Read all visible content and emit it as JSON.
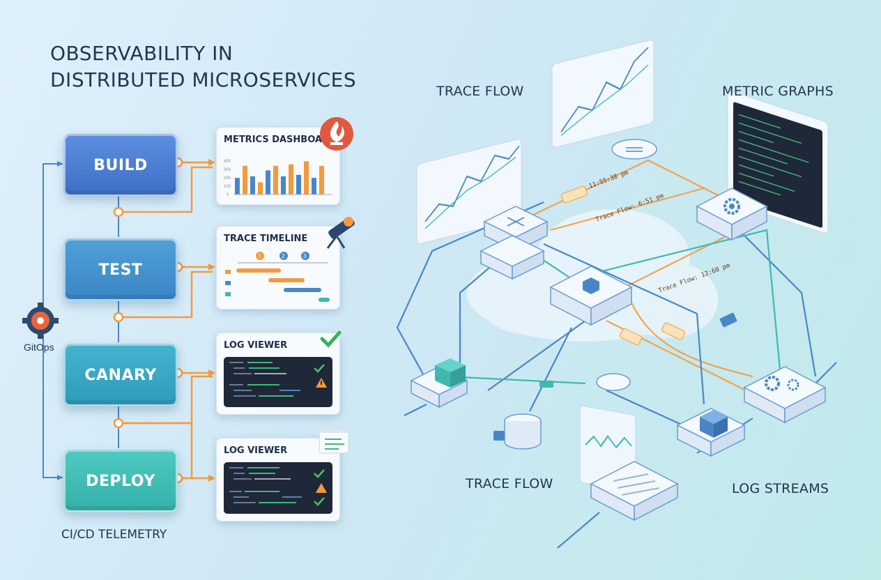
{
  "title": {
    "line1": "OBSERVABILITY IN",
    "line2": "DISTRIBUTED MICROSERVICES"
  },
  "pipeline": {
    "stages": [
      "BUILD",
      "TEST",
      "CANARY",
      "DEPLOY"
    ],
    "gitops_label": "GitOps",
    "caption": "CI/CD TELEMETRY"
  },
  "panels": {
    "metrics_dashboard": {
      "title": "METRICS DASHBOARD",
      "y_ticks": [
        "400",
        "300",
        "200",
        "100",
        "0"
      ],
      "bar_values": [
        55,
        95,
        60,
        40,
        80,
        95,
        60,
        100,
        65,
        110,
        55,
        95
      ]
    },
    "trace_timeline": {
      "title": "TRACE TIMELINE",
      "steps": [
        "1",
        "2",
        "3"
      ]
    },
    "log_viewer_1": {
      "title": "LOG VIEWER"
    },
    "log_viewer_2": {
      "title": "LOG VIEWER"
    }
  },
  "architecture": {
    "labels": {
      "trace_flow_top": "TRACE FLOW",
      "metric_graphs": "METRIC GRAPHS",
      "trace_flow_bottom": "TRACE FLOW",
      "log_streams": "LOG STREAMS"
    },
    "flow_tags": {
      "tag_a": "11:55:38 pm",
      "tag_b": "Trace Flow: 6:51 pm",
      "tag_c": "Trace Flow: 12:60 pm"
    }
  },
  "colors": {
    "orange": "#f59a3a",
    "blue_line": "#4a86c7",
    "teal_line": "#3fb8b0"
  }
}
